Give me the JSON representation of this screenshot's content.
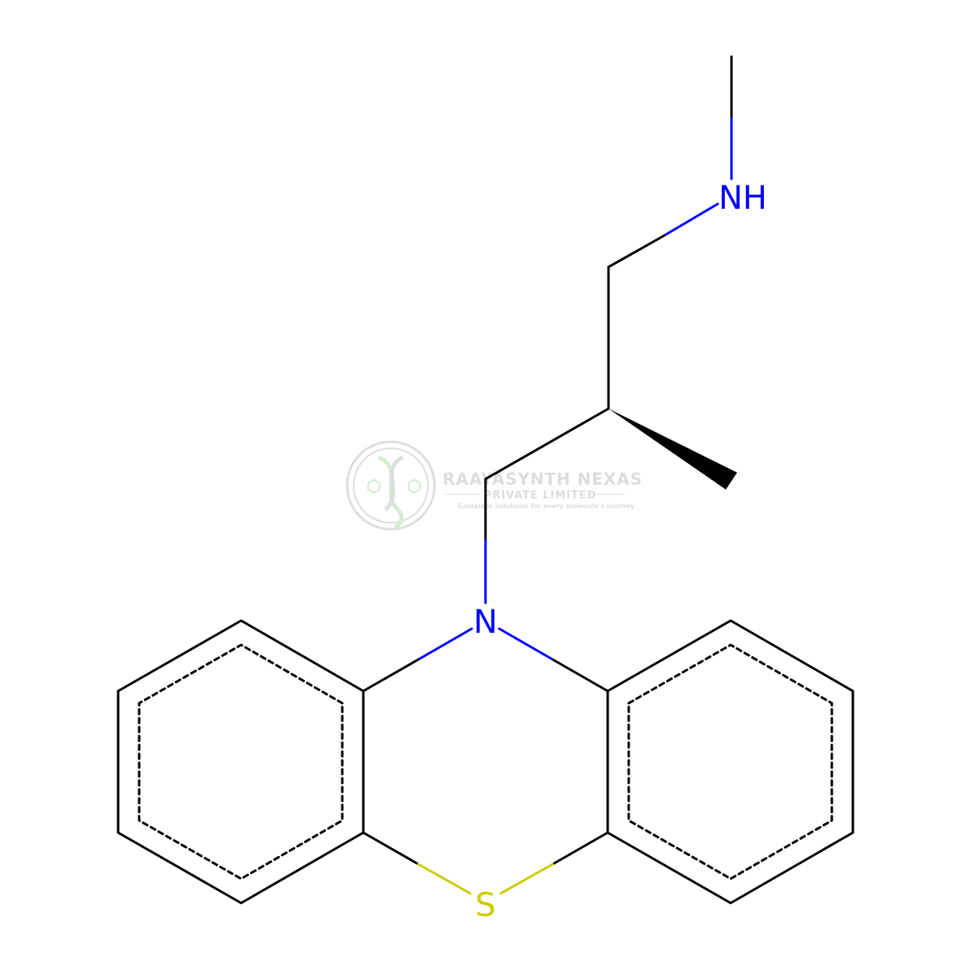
{
  "molecule": {
    "atoms": {
      "N_methylamine": {
        "symbol": "NH",
        "color": "#0000FF"
      },
      "N_ring": {
        "symbol": "N",
        "color": "#0000FF"
      },
      "S_ring": {
        "symbol": "S",
        "color": "#CCCC00"
      }
    },
    "bond_color": "#000000"
  },
  "watermark": {
    "title": "RAAYASYNTH NEXAS",
    "subtitle": "PRIVATE LIMITED",
    "tagline": "Complete solutions for every molecule's journey",
    "color": "#d7d9d6"
  }
}
